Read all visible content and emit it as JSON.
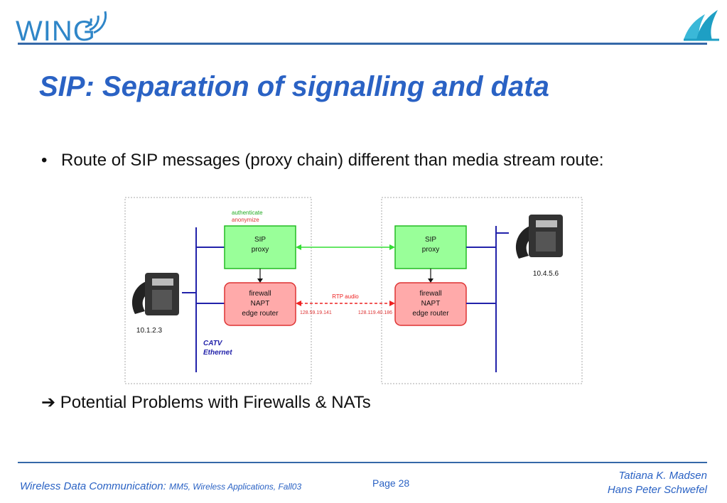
{
  "header": {
    "logo_text": "WING",
    "title": "SIP: Separation of signalling and data"
  },
  "bullets": [
    {
      "marker": "•",
      "text": "Route of SIP messages (proxy chain) different than media stream route:"
    }
  ],
  "conclusion": {
    "arrow": "➔",
    "text": "Potential Problems with Firewalls & NATs"
  },
  "diagram": {
    "left_network": {
      "phone_label": "10.1.2.3",
      "network_label_line1": "CATV",
      "network_label_line2": "Ethernet",
      "annotation_line1": "authenticate",
      "annotation_line2": "anonymize",
      "proxy_line1": "SIP",
      "proxy_line2": "proxy",
      "router_line1": "firewall",
      "router_line2": "NAPT",
      "router_line3": "edge router",
      "router_ip": "128.59.19.141"
    },
    "right_network": {
      "phone_label": "10.4.5.6",
      "proxy_line1": "SIP",
      "proxy_line2": "proxy",
      "router_line1": "firewall",
      "router_line2": "NAPT",
      "router_line3": "edge router",
      "router_ip": "128.119.40.186"
    },
    "rtp_label": "RTP audio",
    "colors": {
      "proxy_fill": "#99ff99",
      "proxy_stroke": "#22bb22",
      "router_fill": "#ffaaaa",
      "router_stroke": "#dd3333",
      "line_blue": "#2222aa",
      "signal_green": "#33dd33",
      "rtp_red": "#ee2222"
    }
  },
  "footer": {
    "course": "Wireless Data Communication:",
    "course_detail": "MM5, Wireless Applications, Fall03",
    "page": "Page 28",
    "author1": "Tatiana K. Madsen",
    "author2": "Hans Peter Schwefel"
  }
}
